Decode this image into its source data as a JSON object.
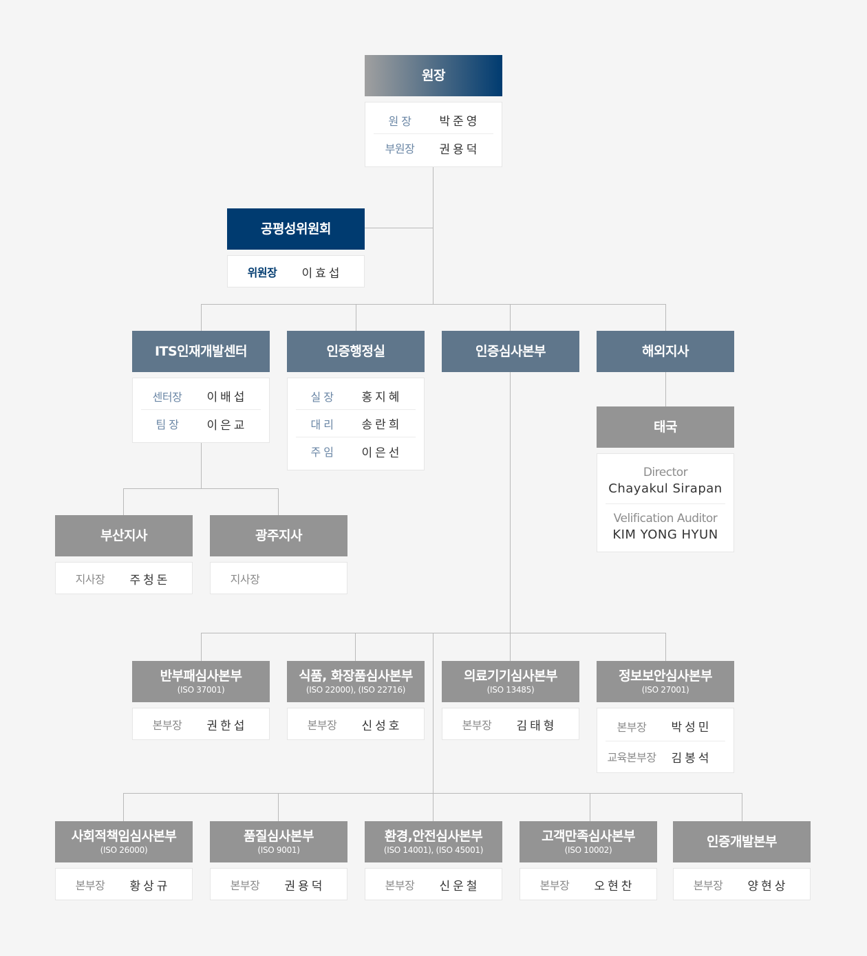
{
  "chairman": {
    "title": "원장",
    "members": [
      {
        "role": "원 장",
        "name": "박준영"
      },
      {
        "role": "부원장",
        "name": "권용덕"
      }
    ]
  },
  "committee": {
    "title": "공평성위원회",
    "members": [
      {
        "role": "위원장",
        "name": "이효섭"
      }
    ]
  },
  "its_center": {
    "title": "ITS인재개발센터",
    "members": [
      {
        "role": "센터장",
        "name": "이배섭"
      },
      {
        "role": "팀 장",
        "name": "이은교"
      }
    ]
  },
  "admin_office": {
    "title": "인증행정실",
    "members": [
      {
        "role": "실 장",
        "name": "홍지혜"
      },
      {
        "role": "대 리",
        "name": "송란희"
      },
      {
        "role": "주 임",
        "name": "이은선"
      }
    ]
  },
  "audit_hq": {
    "title": "인증심사본부"
  },
  "overseas": {
    "title": "해외지사"
  },
  "thailand": {
    "title": "태국",
    "people": [
      {
        "title": "Director",
        "name": "Chayakul Sirapan"
      },
      {
        "title": "Velification Auditor",
        "name": "KIM YONG HYUN"
      }
    ]
  },
  "busan": {
    "title": "부산지사",
    "members": [
      {
        "role": "지사장",
        "name": "주청돈"
      }
    ]
  },
  "gwangju": {
    "title": "광주지사",
    "members": [
      {
        "role": "지사장",
        "name": ""
      }
    ]
  },
  "divisions_row1": [
    {
      "title": "반부패심사본부",
      "sub": "(ISO 37001)",
      "members": [
        {
          "role": "본부장",
          "name": "권한섭"
        }
      ]
    },
    {
      "title": "식품, 화장품심사본부",
      "sub": "(ISO 22000), (ISO 22716)",
      "members": [
        {
          "role": "본부장",
          "name": "신성호"
        }
      ]
    },
    {
      "title": "의료기기심사본부",
      "sub": "(ISO 13485)",
      "members": [
        {
          "role": "본부장",
          "name": "김태형"
        }
      ]
    },
    {
      "title": "정보보안심사본부",
      "sub": "(ISO 27001)",
      "members": [
        {
          "role": "본부장",
          "name": "박성민"
        },
        {
          "role": "교육본부장",
          "name": "김봉석"
        }
      ]
    }
  ],
  "divisions_row2": [
    {
      "title": "사회적책임심사본부",
      "sub": "(ISO 26000)",
      "members": [
        {
          "role": "본부장",
          "name": "황상규"
        }
      ]
    },
    {
      "title": "품질심사본부",
      "sub": "(ISO 9001)",
      "members": [
        {
          "role": "본부장",
          "name": "권용덕"
        }
      ]
    },
    {
      "title": "환경,안전심사본부",
      "sub": "(ISO 14001), (ISO 45001)",
      "members": [
        {
          "role": "본부장",
          "name": "신운철"
        }
      ]
    },
    {
      "title": "고객만족심사본부",
      "sub": "(ISO 10002)",
      "members": [
        {
          "role": "본부장",
          "name": "오현찬"
        }
      ]
    },
    {
      "title": "인증개발본부",
      "sub": "",
      "members": [
        {
          "role": "본부장",
          "name": "양현상"
        }
      ]
    }
  ],
  "colors": {
    "navy": "#003b70",
    "slate": "#5f768b",
    "gray": "#949494",
    "line": "#b9b9b9",
    "background": "#f5f5f5"
  }
}
